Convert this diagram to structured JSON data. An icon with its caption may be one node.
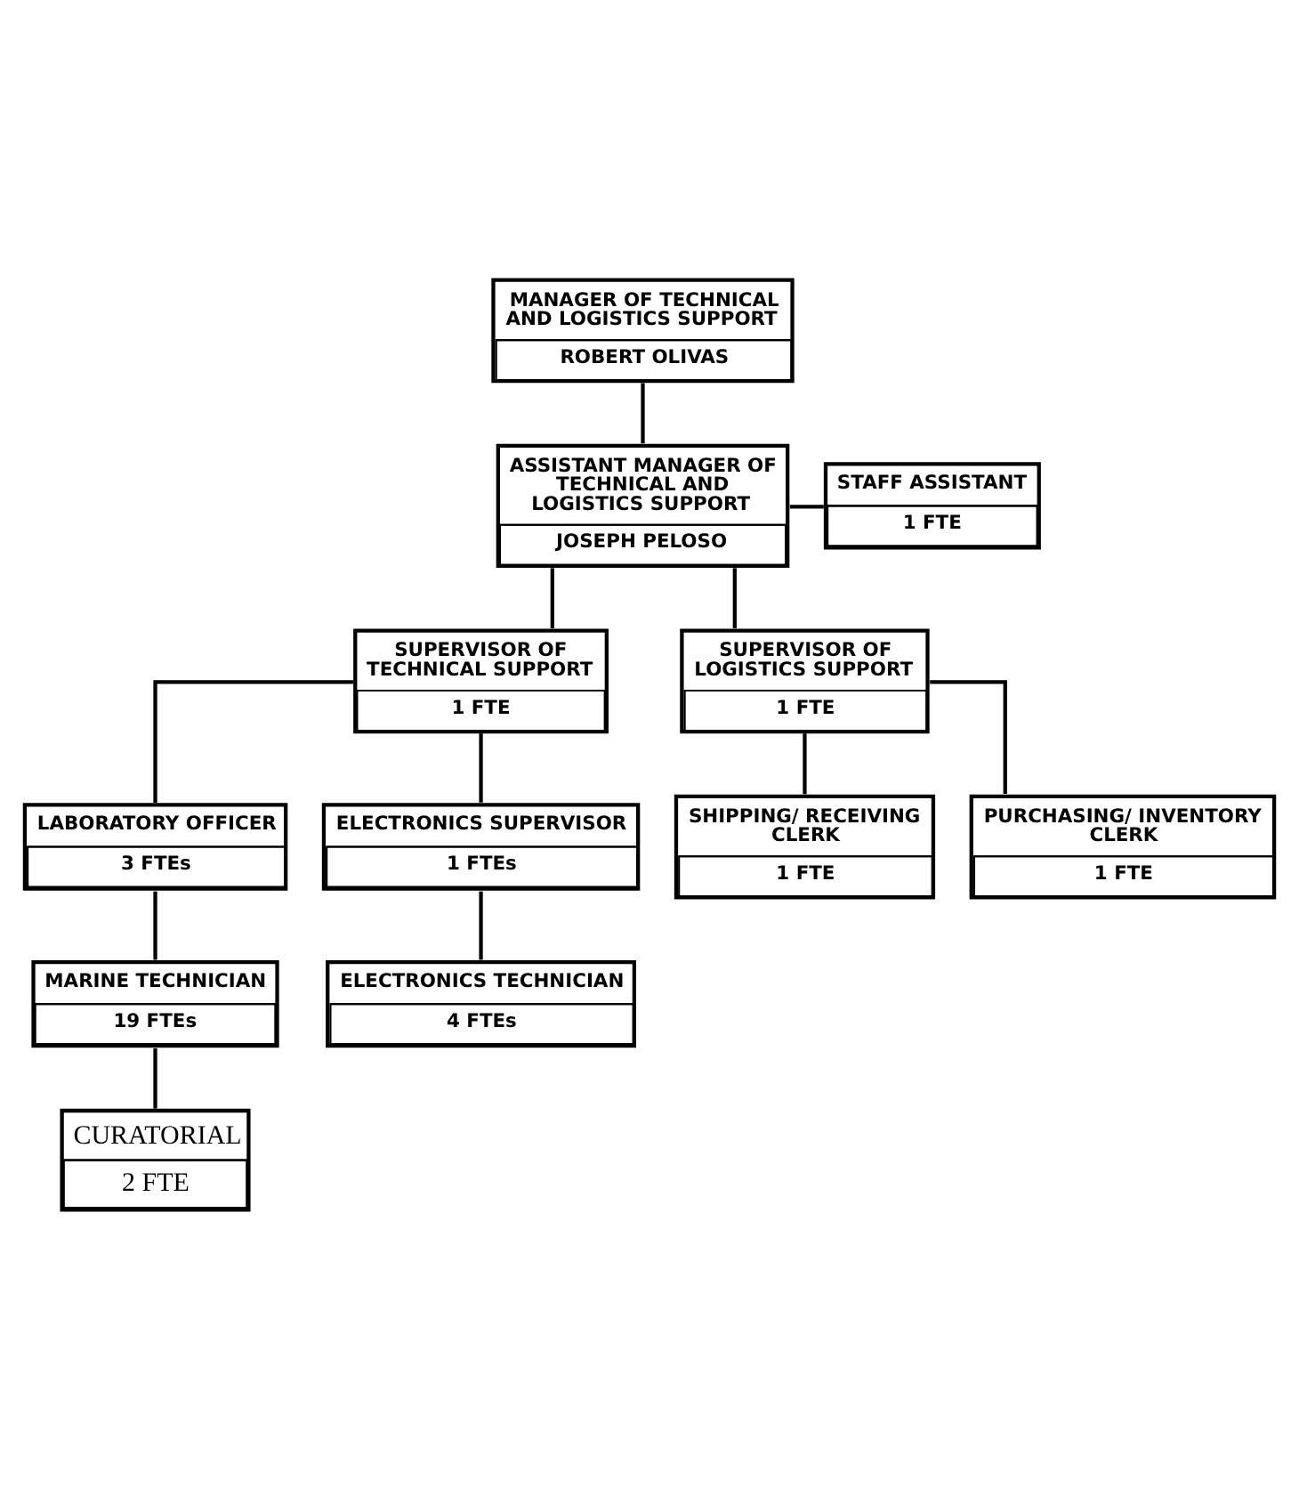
{
  "diagram": {
    "nodes": [
      {
        "text": [
          "MANAGER OF TECHNICAL AND LOGISTICS SUPPORT",
          "ROBERT OLIVAS"
        ]
      },
      {
        "text": [
          "STAFF ASSISTANT",
          "1 FTE"
        ]
      },
      {
        "text": [
          "ASSISTANT MANAGER OF TECHNICAL AND LOGISTICS SUPPORT",
          "JOSEPH PELOSO"
        ]
      },
      {
        "text": [
          "SUPERVISOR OF TECHNICAL SUPPORT",
          "1 FTE"
        ]
      },
      {
        "text": [
          "SUPERVISOR OF LOGISTICS SUPPORT",
          "1 FTE"
        ]
      },
      {
        "text": [
          "LABORATORY OFFICER",
          "3 FTEs"
        ]
      },
      {
        "text": [
          "ELECTRONICS SUPERVISOR",
          "1 FTEs"
        ]
      },
      {
        "text": [
          "SHIPPING/ RECEIVING CLERK",
          "1 FTE"
        ]
      },
      {
        "text": [
          "PURCHASING/ INVENTORY CLERK",
          "1 FTE"
        ]
      },
      {
        "text": [
          "MARINE TECHNICIAN",
          "19 FTEs"
        ]
      },
      {
        "text": [
          "ELECTRONICS TECHNICIAN",
          "4 FTEs"
        ]
      },
      {
        "text": [
          "CURATORIAL",
          "2 FTE"
        ]
      }
    ],
    "edges": [
      {
        "from": 0,
        "to": 2,
        "arrow": "none"
      },
      {
        "from": 1,
        "to": 2,
        "arrow": "none"
      },
      {
        "from": 2,
        "to": 3,
        "arrow": "none"
      },
      {
        "from": 2,
        "to": 4,
        "arrow": "none"
      },
      {
        "from": 3,
        "to": 5,
        "arrow": "none"
      },
      {
        "from": 3,
        "to": 6,
        "arrow": "none"
      },
      {
        "from": 4,
        "to": 7,
        "arrow": "none"
      },
      {
        "from": 4,
        "to": 8,
        "arrow": "none"
      },
      {
        "from": 5,
        "to": 9,
        "arrow": "none"
      },
      {
        "from": 6,
        "to": 10,
        "arrow": "none"
      },
      {
        "from": 9,
        "to": 11,
        "arrow": "none"
      }
    ]
  }
}
